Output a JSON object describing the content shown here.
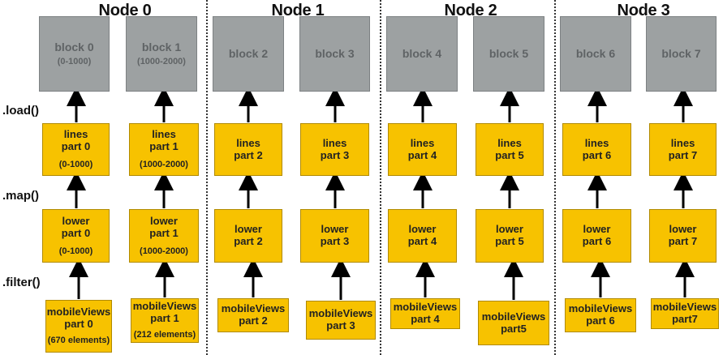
{
  "nodes": [
    "Node 0",
    "Node 1",
    "Node 2",
    "Node 3"
  ],
  "operations": [
    ".load()",
    ".map()",
    ".filter()"
  ],
  "blocks": [
    {
      "label": "block 0",
      "range": "(0-1000)"
    },
    {
      "label": "block 1",
      "range": "(1000-2000)"
    },
    {
      "label": "block 2",
      "range": ""
    },
    {
      "label": "block 3",
      "range": ""
    },
    {
      "label": "block 4",
      "range": ""
    },
    {
      "label": "block 5",
      "range": ""
    },
    {
      "label": "block 6",
      "range": ""
    },
    {
      "label": "block 7",
      "range": ""
    }
  ],
  "lines": [
    {
      "name": "lines",
      "part": "part 0",
      "range": "(0-1000)"
    },
    {
      "name": "lines",
      "part": "part 1",
      "range": "(1000-2000)"
    },
    {
      "name": "lines",
      "part": "part 2",
      "range": ""
    },
    {
      "name": "lines",
      "part": "part 3",
      "range": ""
    },
    {
      "name": "lines",
      "part": "part 4",
      "range": ""
    },
    {
      "name": "lines",
      "part": "part 5",
      "range": ""
    },
    {
      "name": "lines",
      "part": "part 6",
      "range": ""
    },
    {
      "name": "lines",
      "part": "part 7",
      "range": ""
    }
  ],
  "lower": [
    {
      "name": "lower",
      "part": "part 0",
      "range": "(0-1000)"
    },
    {
      "name": "lower",
      "part": "part 1",
      "range": "(1000-2000)"
    },
    {
      "name": "lower",
      "part": "part 2",
      "range": ""
    },
    {
      "name": "lower",
      "part": "part 3",
      "range": ""
    },
    {
      "name": "lower",
      "part": "part 4",
      "range": ""
    },
    {
      "name": "lower",
      "part": "part 5",
      "range": ""
    },
    {
      "name": "lower",
      "part": "part 6",
      "range": ""
    },
    {
      "name": "lower",
      "part": "part 7",
      "range": ""
    }
  ],
  "mobileViews": [
    {
      "name": "mobileViews",
      "part": "part 0",
      "count": "(670 elements)"
    },
    {
      "name": "mobileViews",
      "part": "part 1",
      "count": "(212 elements)"
    },
    {
      "name": "mobileViews",
      "part": "part 2",
      "count": ""
    },
    {
      "name": "mobileViews",
      "part": "part 3",
      "count": ""
    },
    {
      "name": "mobileViews",
      "part": "part 4",
      "count": ""
    },
    {
      "name": "mobileViews",
      "part": "part5",
      "count": ""
    },
    {
      "name": "mobileViews",
      "part": "part 6",
      "count": ""
    },
    {
      "name": "mobileViews",
      "part": "part7",
      "count": ""
    }
  ],
  "colors": {
    "block": "#9da1a2",
    "partition": "#f7c200",
    "arrow": "#000000"
  }
}
